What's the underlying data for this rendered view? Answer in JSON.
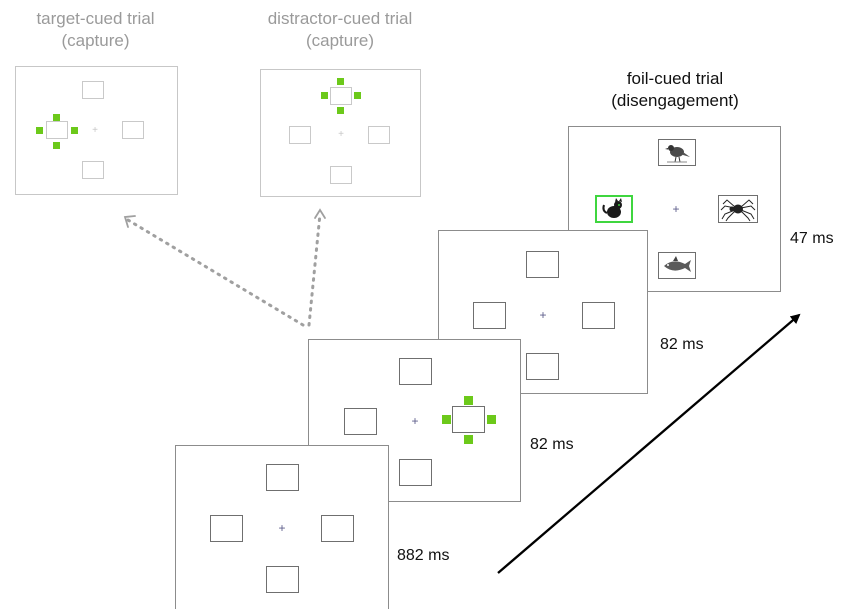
{
  "labels": {
    "target_cued_line1": "target-cued trial",
    "target_cued_line2": "(capture)",
    "distractor_cued_line1": "distractor-cued trial",
    "distractor_cued_line2": "(capture)",
    "foil_cued_line1": "foil-cued trial",
    "foil_cued_line2": "(disengagement)"
  },
  "timings": {
    "fixation": "882 ms",
    "cue": "82 ms",
    "isi": "82 ms",
    "search": "47 ms"
  },
  "fixation_symbol": "+",
  "colors": {
    "cue": "#6cc91a",
    "highlight": "#3fd63f",
    "arrow": "#000000",
    "dotted": "#a0a0a0"
  },
  "icons": [
    "bird-icon",
    "cat-icon",
    "spider-icon",
    "fish-icon"
  ]
}
